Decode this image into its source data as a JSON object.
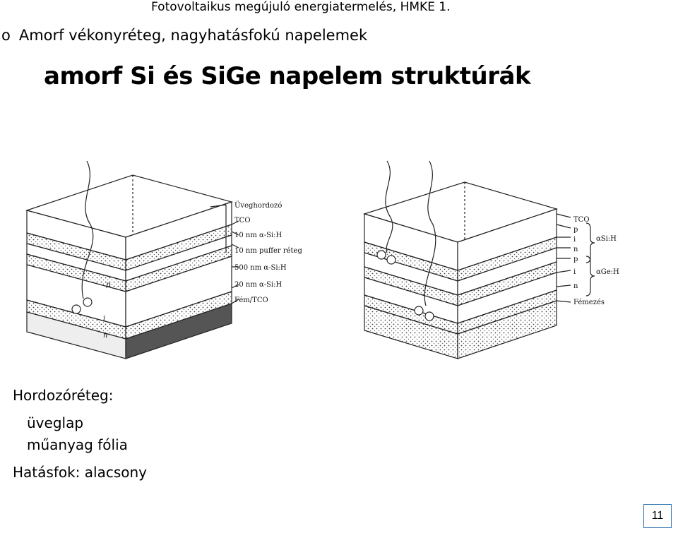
{
  "header": {
    "title": "Fotovoltaikus megújuló energiatermelés, HMKE 1."
  },
  "bullet": {
    "marker": "o",
    "text": "Amorf vékonyréteg, nagyhatásfokú napelemek"
  },
  "figure": {
    "title": "amorf Si és SiGe napelem struktúrák",
    "left_labels": [
      "Üveghordozó",
      "TCO",
      "10 nm α-Si:H",
      "10 nm puffer réteg",
      "500 nm α-Si:H",
      "20 nm α-Si:H",
      "Fém/TCO"
    ],
    "left_side_letters": [
      "p",
      "i",
      "n"
    ],
    "right_labels": [
      "TCO",
      "p",
      "i",
      "n",
      "p",
      "i",
      "n",
      "Fémezés"
    ],
    "right_groups": [
      "αSi:H",
      "αGe:H"
    ]
  },
  "body": {
    "substrate_heading": "Hordozóréteg:",
    "substrate_items": [
      "üveglap",
      "műanyag fólia"
    ],
    "efficiency": "Hatásfok: alacsony"
  },
  "footer": {
    "page_number": "11"
  },
  "colors": {
    "page_box_border": "#2e75b6"
  }
}
